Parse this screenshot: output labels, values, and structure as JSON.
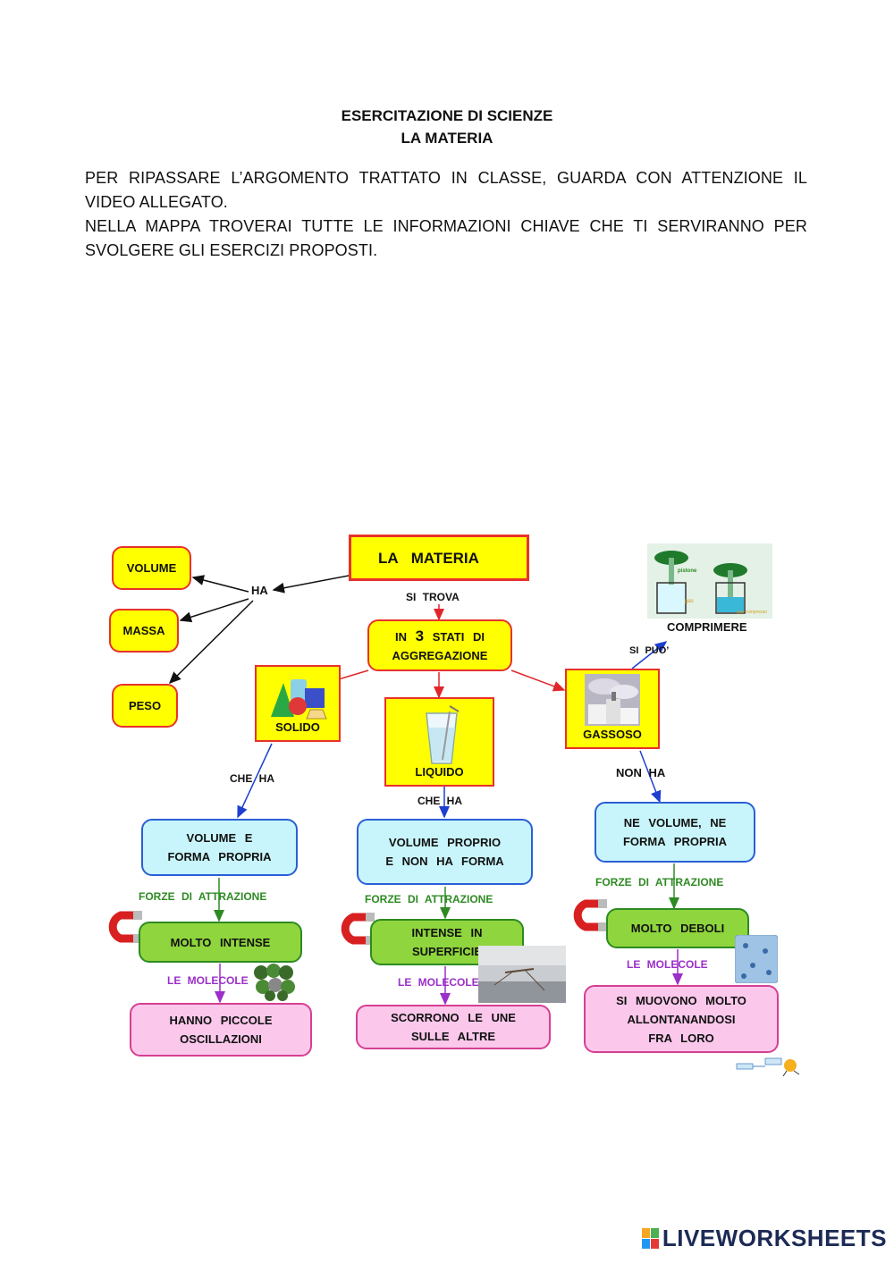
{
  "header": {
    "title_line1": "ESERCITAZIONE DI SCIENZE",
    "title_line2": "LA MATERIA"
  },
  "intro": {
    "paragraph1": "PER RIPASSARE L’ARGOMENTO TRATTATO IN CLASSE, GUARDA CON ATTENZIONE IL VIDEO ALLEGATO.",
    "paragraph2": "NELLA MAPPA TROVERAI TUTTE LE INFORMAZIONI CHIAVE CHE TI SERVIRANNO PER SVOLGERE GLI ESERCIZI PROPOSTI."
  },
  "map": {
    "main": "LA MATERIA",
    "ha": "HA",
    "volume": "VOLUME",
    "massa": "MASSA",
    "peso": "PESO",
    "si_trova": "SI TROVA",
    "stati_prefix": "IN",
    "stati_number": "3",
    "stati_suffix": "STATI DI",
    "stati_line2": "AGGREGAZIONE",
    "si_puo": "SI PUO’",
    "comprimere": "COMPRIMERE",
    "pistone": "pistone",
    "gas": "gas",
    "gas_compresso": "gas compresso",
    "solido": "SOLIDO",
    "liquido": "LIQUIDO",
    "gassoso": "GASSOSO",
    "solido_link": "CHE HA",
    "liquido_link": "CHE HA",
    "gassoso_link": "NON HA",
    "solido_prop_l1": "VOLUME E",
    "solido_prop_l2": "FORMA PROPRIA",
    "liquido_prop_l1": "VOLUME PROPRIO",
    "liquido_prop_l2": "E NON HA FORMA",
    "gassoso_prop_l1": "NE VOLUME, NE",
    "gassoso_prop_l2": "FORMA PROPRIA",
    "forze_1": "FORZE DI ATTRAZIONE",
    "forze_2": "FORZE DI ATTRAZIONE",
    "forze_3": "FORZE DI ATTRAZIONE",
    "solido_forze": "MOLTO INTENSE",
    "liquido_forze_l1": "INTENSE IN",
    "liquido_forze_l2": "SUPERFICIE",
    "gassoso_forze": "MOLTO DEBOLI",
    "molecole_1": "LE MOLECOLE",
    "molecole_2": "LE MOLECOLE",
    "molecole_3": "LE MOLECOLE",
    "solido_mol_l1": "HANNO PICCOLE",
    "solido_mol_l2": "OSCILLAZIONI",
    "liquido_mol_l1": "SCORRONO LE UNE",
    "liquido_mol_l2": "SULLE ALTRE",
    "gassoso_mol_l1": "SI MUOVONO MOLTO",
    "gassoso_mol_l2": "ALLONTANANDOSI",
    "gassoso_mol_l3": "FRA LORO"
  },
  "footer": {
    "brand": "LIVEWORKSHEETS"
  }
}
